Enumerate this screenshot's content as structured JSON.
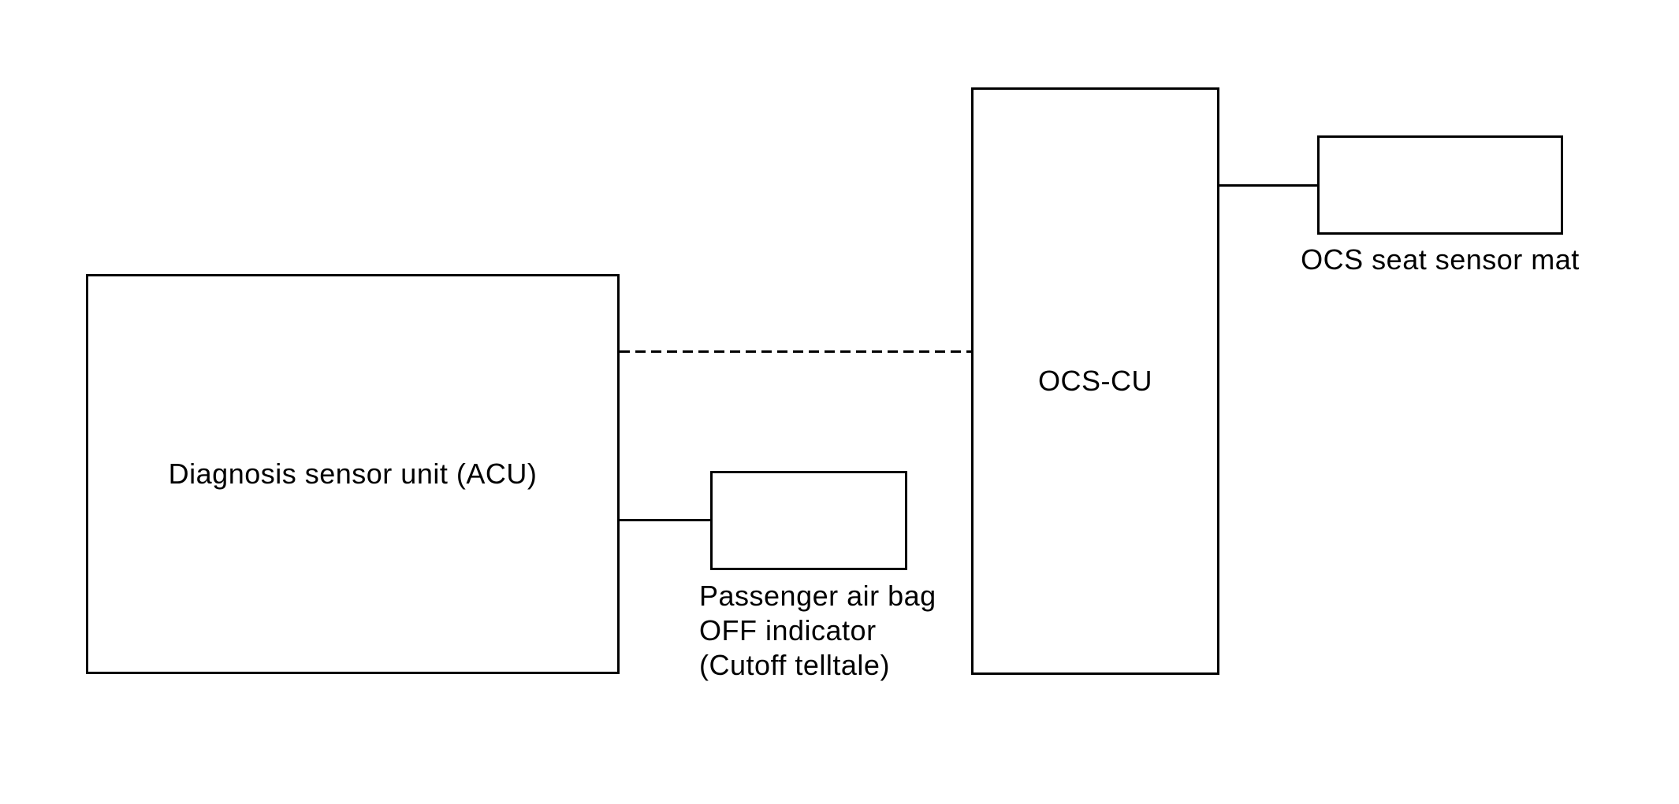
{
  "diagram": {
    "kind": "block-diagram",
    "colors": {
      "background": "#ffffff",
      "stroke": "#000000",
      "text": "#000000"
    },
    "nodes": {
      "acu": {
        "label": "Diagnosis sensor unit (ACU)",
        "label_position": "inside-center"
      },
      "ocs_cu": {
        "label": "OCS-CU",
        "label_position": "inside-center"
      },
      "ocs_seat_sensor_mat": {
        "label": "OCS seat sensor mat",
        "label_position": "below-center"
      },
      "passenger_airbag_off_indicator": {
        "label_lines": [
          "Passenger air bag",
          "OFF indicator",
          "(Cutoff telltale)"
        ],
        "label_position": "below-left"
      }
    },
    "connections": [
      {
        "from": "acu",
        "to": "ocs_cu",
        "style": "dashed"
      },
      {
        "from": "acu",
        "to": "passenger_airbag_off_indicator",
        "style": "solid"
      },
      {
        "from": "ocs_cu",
        "to": "ocs_seat_sensor_mat",
        "style": "solid"
      }
    ]
  }
}
